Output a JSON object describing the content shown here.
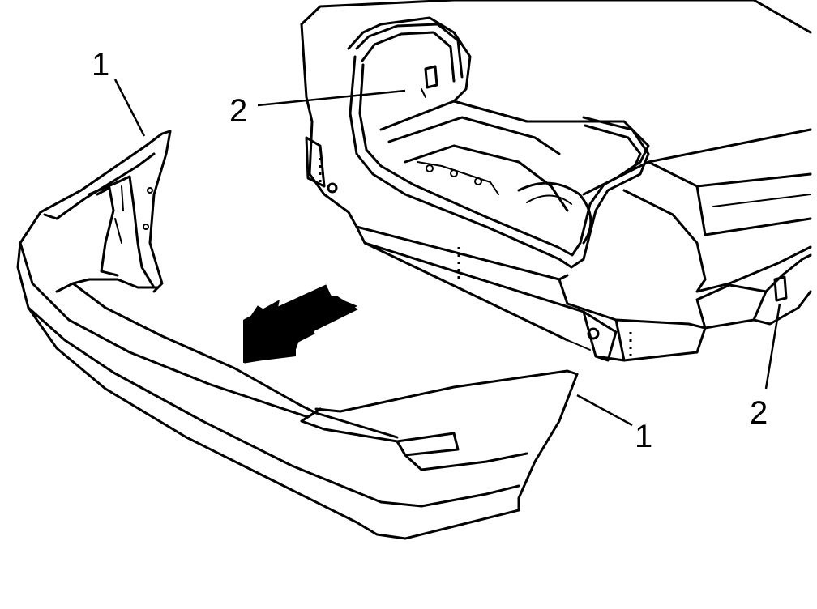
{
  "callouts": [
    {
      "label": "1"
    },
    {
      "label": "2"
    },
    {
      "label": "1"
    },
    {
      "label": "2"
    }
  ],
  "colors": {
    "ink": "#000000",
    "paper": "#ffffff"
  }
}
